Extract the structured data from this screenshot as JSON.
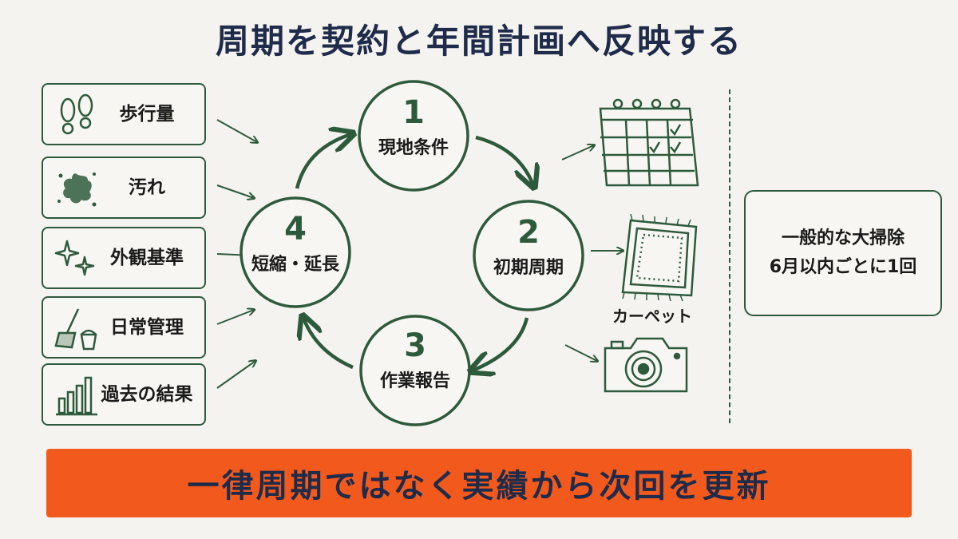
{
  "title": "周期を契約と年間計画へ反映する",
  "factors": [
    {
      "label": "歩行量",
      "icon": "footprints-icon"
    },
    {
      "label": "汚れ",
      "icon": "stain-splat-icon"
    },
    {
      "label": "外観基準",
      "icon": "sparkle-icon"
    },
    {
      "label": "日常管理",
      "icon": "broom-bucket-icon"
    },
    {
      "label": "過去の結果",
      "icon": "bar-chart-icon"
    }
  ],
  "cycle": [
    {
      "number": "1",
      "label": "現地条件"
    },
    {
      "number": "2",
      "label": "初期周期"
    },
    {
      "number": "3",
      "label": "作業報告"
    },
    {
      "number": "4",
      "label": "短縮・延長"
    }
  ],
  "outputs": {
    "calendar_icon": "calendar-icon",
    "carpet_icon": "carpet-icon",
    "carpet_label": "カーペット",
    "camera_icon": "camera-icon"
  },
  "standard": {
    "line1": "一般的な大掃除",
    "line2": "6月以内ごとに1回"
  },
  "banner": "一律周期ではなく実績から次回を更新",
  "colors": {
    "background": "#f4f3ef",
    "accent_green": "#2e5a3c",
    "title_navy": "#1f2b4a",
    "banner_orange": "#f25a1d"
  }
}
